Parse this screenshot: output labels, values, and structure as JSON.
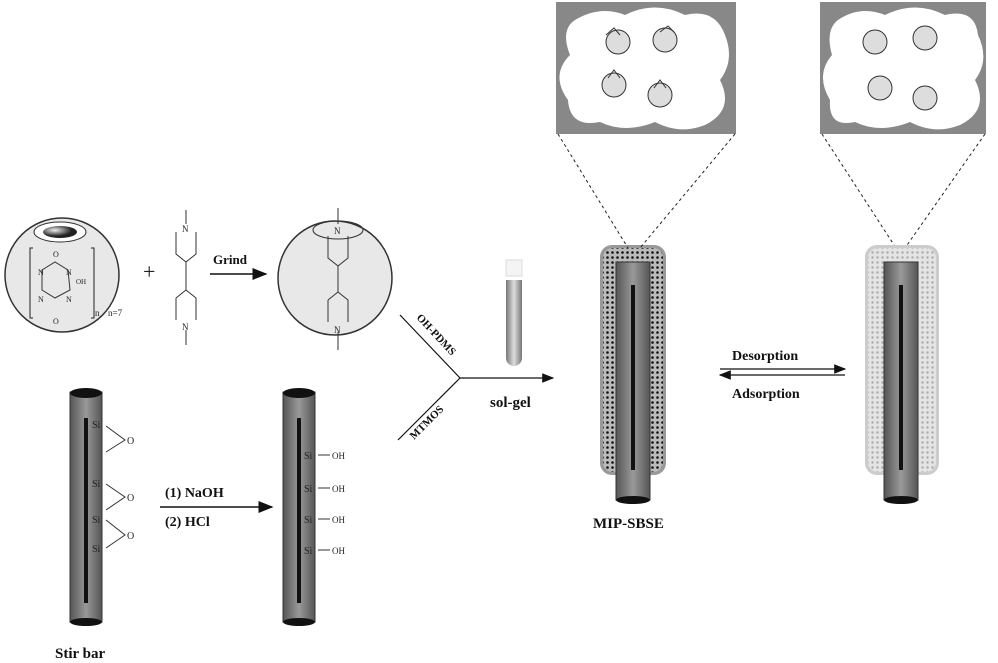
{
  "reactants": {
    "host_label_n": "n",
    "host_repeat": "n=7",
    "host_oh": "OH",
    "carbonyl_o": "O",
    "nitrogen": "N",
    "plus_sign": "+",
    "grind_label": "Grind"
  },
  "stir_bar": {
    "label": "Stir bar",
    "si": "Si",
    "o": "O",
    "oh": "OH",
    "step1": "(1) NaOH",
    "step2": "(2) HCl"
  },
  "solgel": {
    "reagent1": "OH-PDMS",
    "reagent2": "MTMOS",
    "label": "sol-gel"
  },
  "product": {
    "label": "MIP-SBSE",
    "forward": "Desorption",
    "reverse": "Adsorption"
  }
}
